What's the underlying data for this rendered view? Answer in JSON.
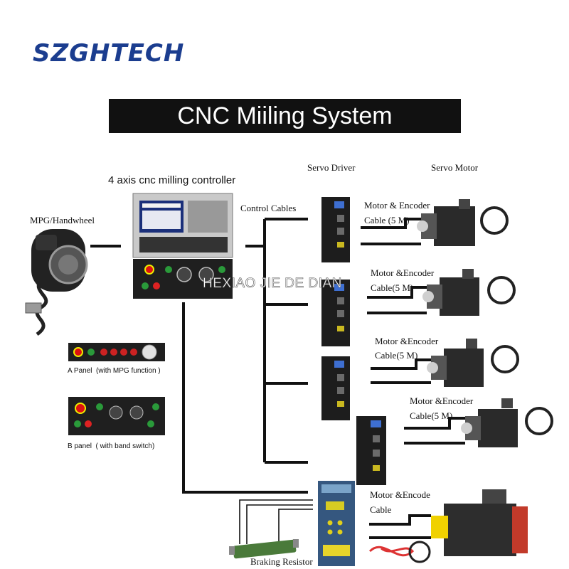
{
  "brand": {
    "name": "SZGHTECH",
    "color": "#1b3d8f"
  },
  "title": "CNC Miiling System",
  "labels": {
    "controller": "4 axis cnc milling controller",
    "mpg": "MPG/Handwheel",
    "control_cables": "Control Cables",
    "servo_driver": "Servo Driver",
    "servo_motor": "Servo Motor",
    "braking_resistor": "Braking Resistor",
    "panel_a": "A Panel  (with MPG function )",
    "panel_b": "B panel  ( with band switch)"
  },
  "motor_cables": [
    {
      "line1": "Motor & Encoder",
      "line2": "Cable (5 M)"
    },
    {
      "line1": "Motor &Encoder",
      "line2": "Cable(5 M)"
    },
    {
      "line1": "Motor &Encoder",
      "line2": "Cable(5 M)"
    },
    {
      "line1": "Motor &Encoder",
      "line2": "Cable(5 M)"
    },
    {
      "line1": "Motor &Encode",
      "line2": "Cable"
    }
  ],
  "watermark": "HEXIAO JIE DE DIAN"
}
